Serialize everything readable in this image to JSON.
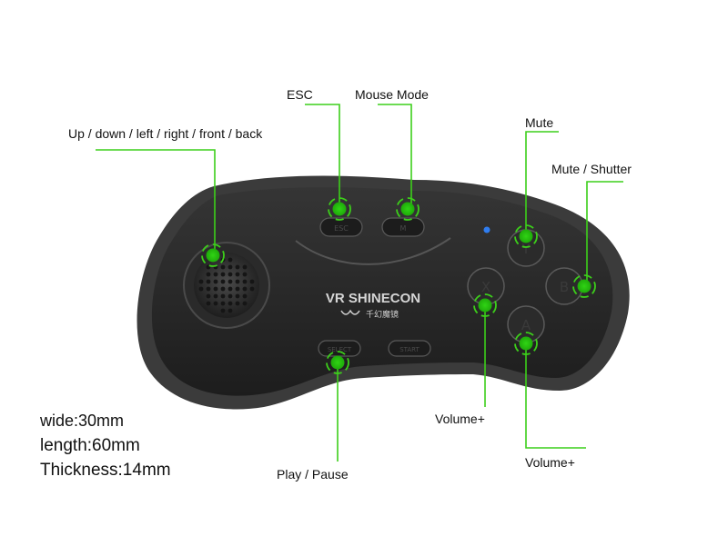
{
  "brand": {
    "name": "VR SHINECON",
    "subtitle": "千幻魔镜"
  },
  "buttons": {
    "esc": "ESC",
    "mouse": "M",
    "select": "SELECT",
    "start": "START"
  },
  "face_buttons": {
    "y": "Y",
    "x": "X",
    "a": "A",
    "b": "B"
  },
  "callouts": {
    "joystick": "Up / down / left / right / front / back",
    "esc": "ESC",
    "mouse_mode": "Mouse Mode",
    "mute": "Mute",
    "mute_shutter": "Mute / Shutter",
    "volume_plus_x": "Volume+",
    "volume_plus_a": "Volume+",
    "play_pause": "Play / Pause"
  },
  "specs": {
    "wide": "wide:30mm",
    "length": "length:60mm",
    "thickness": "Thickness:14mm"
  },
  "colors": {
    "accent": "#3ccf1a",
    "body": "#262626",
    "rim": "#4d4d4d",
    "led": "#2f7df0"
  }
}
